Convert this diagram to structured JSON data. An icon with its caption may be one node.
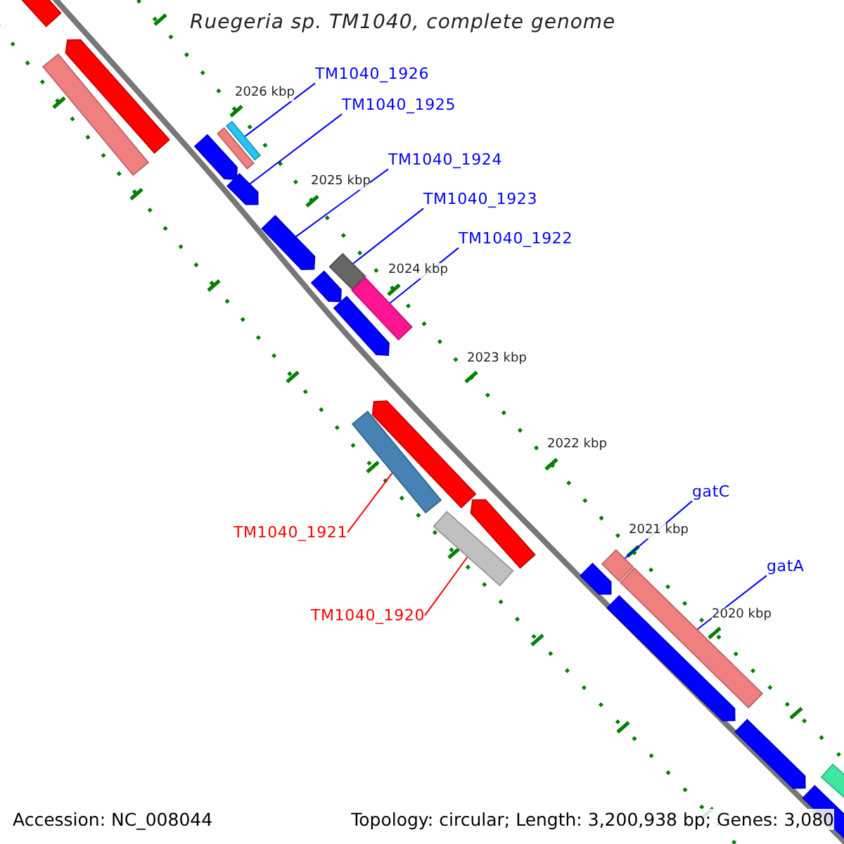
{
  "diagram": {
    "title": "Ruegeria sp. TM1040, complete genome",
    "nodes": [
      {
        "text": [
          "TM1040_1926"
        ]
      },
      {
        "text": [
          "TM1040_1925"
        ]
      },
      {
        "text": [
          "TM1040_1924"
        ]
      },
      {
        "text": [
          "TM1040_1923"
        ]
      },
      {
        "text": [
          "TM1040_1922"
        ]
      },
      {
        "text": [
          "gatC"
        ]
      },
      {
        "text": [
          "TM1040_1921"
        ]
      },
      {
        "text": [
          "gatA"
        ]
      },
      {
        "text": [
          "TM1040_1920"
        ]
      },
      {
        "text": [],
        "shape": "bar"
      },
      {
        "text": [],
        "shape": "bar"
      },
      {
        "text": [],
        "shape": "bar"
      },
      {
        "text": [],
        "shape": "bar"
      },
      {
        "text": [],
        "shape": "bar"
      },
      {
        "text": [],
        "shape": "bar"
      },
      {
        "text": [],
        "shape": "bar"
      },
      {
        "text": [],
        "shape": "bar"
      },
      {
        "text": [],
        "shape": "bar"
      },
      {
        "text": [],
        "shape": "bar"
      },
      {
        "text": [],
        "shape": "bar"
      },
      {
        "text": [],
        "shape": "bar"
      },
      {
        "text": [],
        "shape": "bar"
      },
      {
        "text": [],
        "shape": "bar"
      },
      {
        "text": [],
        "shape": "bar"
      },
      {
        "text": [],
        "shape": "bar"
      },
      {
        "text": [],
        "shape": "bar"
      },
      {
        "text": [],
        "shape": "bar"
      },
      {
        "text": [],
        "shape": "bar"
      },
      {
        "text": [],
        "shape": "bar"
      },
      {
        "text": [],
        "shape": "bar"
      },
      {
        "text": [],
        "shape": "bar"
      },
      {
        "text": [],
        "shape": "bar"
      }
    ],
    "edges": [
      {
        "from": 0,
        "to": 12,
        "arrow": "none"
      },
      {
        "from": 1,
        "to": 15,
        "arrow": "none"
      },
      {
        "from": 2,
        "to": 16,
        "arrow": "none"
      },
      {
        "from": 3,
        "to": 17,
        "arrow": "none"
      },
      {
        "from": 4,
        "to": 19,
        "arrow": "none"
      },
      {
        "from": 5,
        "to": 26,
        "arrow": "none"
      },
      {
        "from": 6,
        "to": 22,
        "arrow": "none",
        "color": "#ff0000"
      },
      {
        "from": 7,
        "to": 28,
        "arrow": "none"
      },
      {
        "from": 8,
        "to": 23,
        "arrow": "none",
        "color": "#ff0000"
      }
    ],
    "labels": [
      "2026 kbp",
      "2025 kbp",
      "2024 kbp",
      "2023 kbp",
      "2022 kbp",
      "2021 kbp",
      "2020 kbp",
      "Accession: NC_008044",
      "Topology: circular; Length: 3,200,938 bp; Genes: 3,080"
    ]
  }
}
